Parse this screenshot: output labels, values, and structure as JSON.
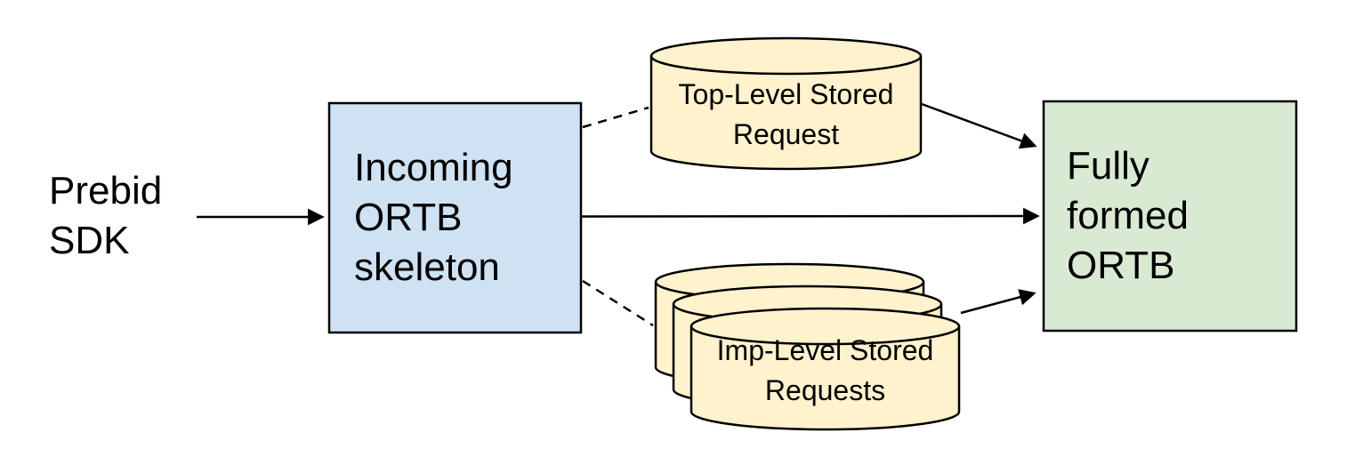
{
  "colors": {
    "background": "#ffffff",
    "node_blue": "#cfe2f3",
    "node_yellow": "#fff2cc",
    "node_green": "#d9ead3",
    "stroke": "#000000"
  },
  "nodes": {
    "prebid_sdk": {
      "line1": "Prebid",
      "line2": "SDK"
    },
    "incoming_ortb": {
      "line1": "Incoming",
      "line2": "ORTB",
      "line3": "skeleton"
    },
    "top_level_stored_request": {
      "line1": "Top-Level Stored",
      "line2": "Request"
    },
    "imp_level_stored_requests": {
      "line1": "Imp-Level Stored",
      "line2": "Requests"
    },
    "fully_formed_ortb": {
      "line1": "Fully",
      "line2": "formed",
      "line3": "ORTB"
    }
  },
  "edges": [
    {
      "from": "prebid-sdk",
      "to": "incoming-ortb-skeleton",
      "style": "solid",
      "arrowhead": true
    },
    {
      "from": "incoming-ortb-skeleton",
      "to": "top-level-stored-request",
      "style": "dashed",
      "arrowhead": false
    },
    {
      "from": "incoming-ortb-skeleton",
      "to": "fully-formed-ortb",
      "style": "solid",
      "arrowhead": true
    },
    {
      "from": "incoming-ortb-skeleton",
      "to": "imp-level-stored-requests",
      "style": "dashed",
      "arrowhead": false
    },
    {
      "from": "top-level-stored-request",
      "to": "fully-formed-ortb",
      "style": "solid",
      "arrowhead": true
    },
    {
      "from": "imp-level-stored-requests",
      "to": "fully-formed-ortb",
      "style": "solid",
      "arrowhead": true
    }
  ]
}
